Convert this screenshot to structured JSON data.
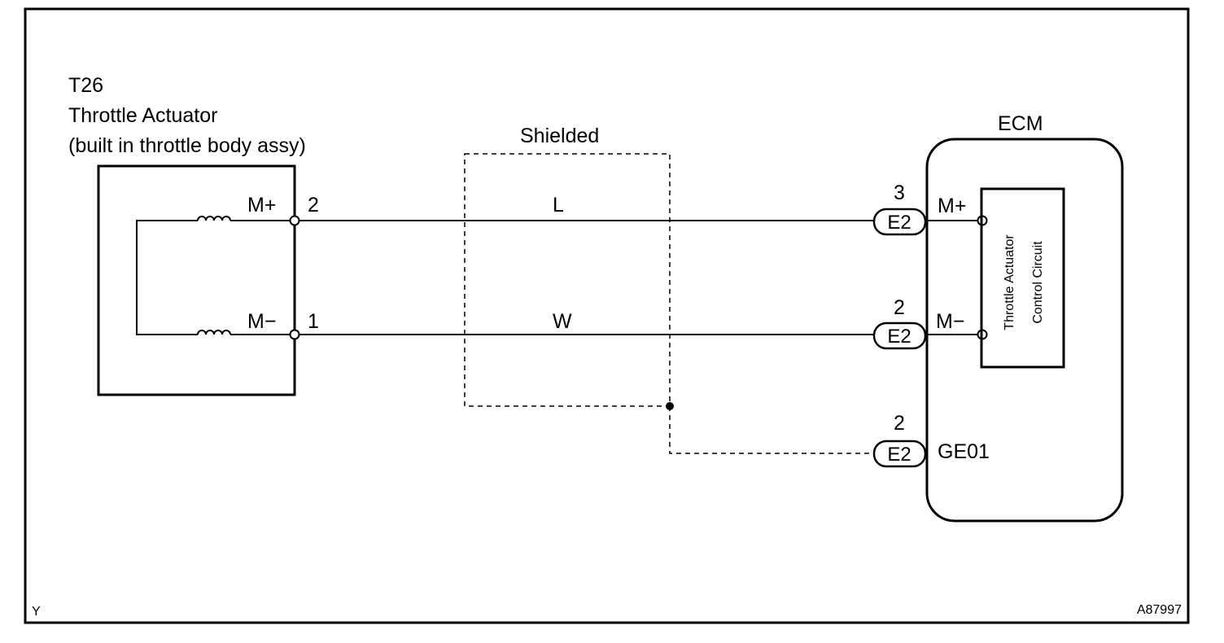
{
  "actuator": {
    "code": "T26",
    "name": "Throttle Actuator",
    "note": "(built in throttle body assy)",
    "terminal_plus": "M+",
    "terminal_minus": "M−",
    "pin_plus": "2",
    "pin_minus": "1"
  },
  "wires": {
    "shield_label": "Shielded",
    "plus_color": "L",
    "minus_color": "W"
  },
  "ecm": {
    "title": "ECM",
    "circuit_line1": "Throttle Actuator",
    "circuit_line2": "Control Circuit",
    "pins": [
      {
        "pin": "3",
        "connector": "E2",
        "terminal": "M+"
      },
      {
        "pin": "2",
        "connector": "E2",
        "terminal": "M−"
      },
      {
        "pin": "2",
        "connector": "E2",
        "terminal": "GE01"
      }
    ]
  },
  "footer": {
    "left": "Y",
    "right": "A87997"
  }
}
